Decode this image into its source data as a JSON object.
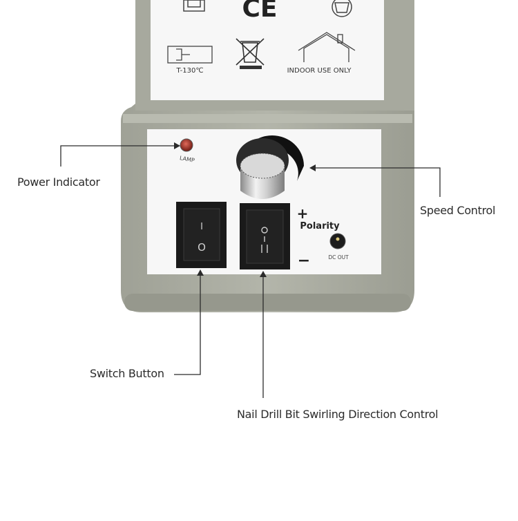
{
  "device": {
    "body_color": "#a9aba0",
    "label_panel_color": "#f7f7f7",
    "top_label": {
      "ce_mark": "CE",
      "fuse_text": "T-130℃",
      "indoor_text": "INDOOR USE ONLY",
      "icons": [
        "double-square-icon",
        "ce-mark-icon",
        "shield-icon",
        "thermal-fuse-icon",
        "weee-bin-icon",
        "house-icon"
      ]
    },
    "control_panel": {
      "lamp_label": "LAMP",
      "lamp_color": "#c0392b",
      "power_switch_top": "I",
      "power_switch_bottom": "O",
      "direction_switch_symbol": "O | I I",
      "plus_sign": "+",
      "polarity_label": "Polarity",
      "minus_sign": "−",
      "dc_out_label": "DC OUT"
    }
  },
  "callouts": {
    "power_indicator": "Power Indicator",
    "speed_control": "Speed Control",
    "switch_button": "Switch Button",
    "direction_control": "Nail Drill Bit Swirling Direction Control"
  }
}
